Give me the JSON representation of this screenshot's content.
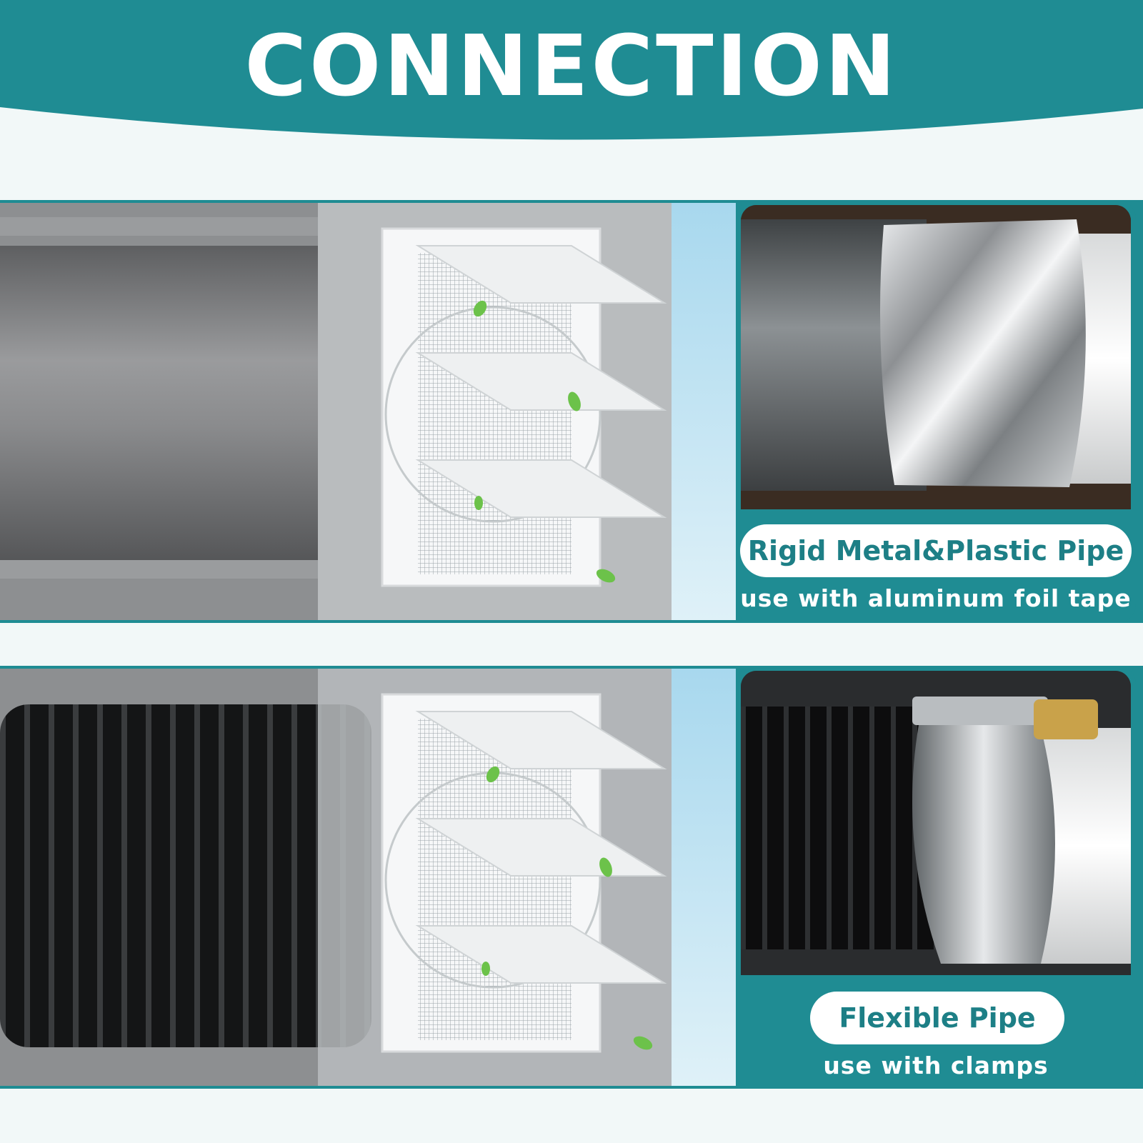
{
  "header": {
    "title": "CONNECTION",
    "background_color": "#1f8c93"
  },
  "sections": [
    {
      "pipe_icon": "rigid-pipe-icon",
      "photo_icon": "foil-tape-joint-icon",
      "label": "Rigid Metal&Plastic Pipe",
      "sublabel": "use with aluminum foil tape"
    },
    {
      "pipe_icon": "flexible-duct-icon",
      "photo_icon": "hose-clamp-joint-icon",
      "label": "Flexible Pipe",
      "sublabel": "use with clamps"
    }
  ],
  "colors": {
    "accent": "#1f8c93",
    "accent_text": "#1d7f86",
    "background": "#f2f8f8"
  }
}
